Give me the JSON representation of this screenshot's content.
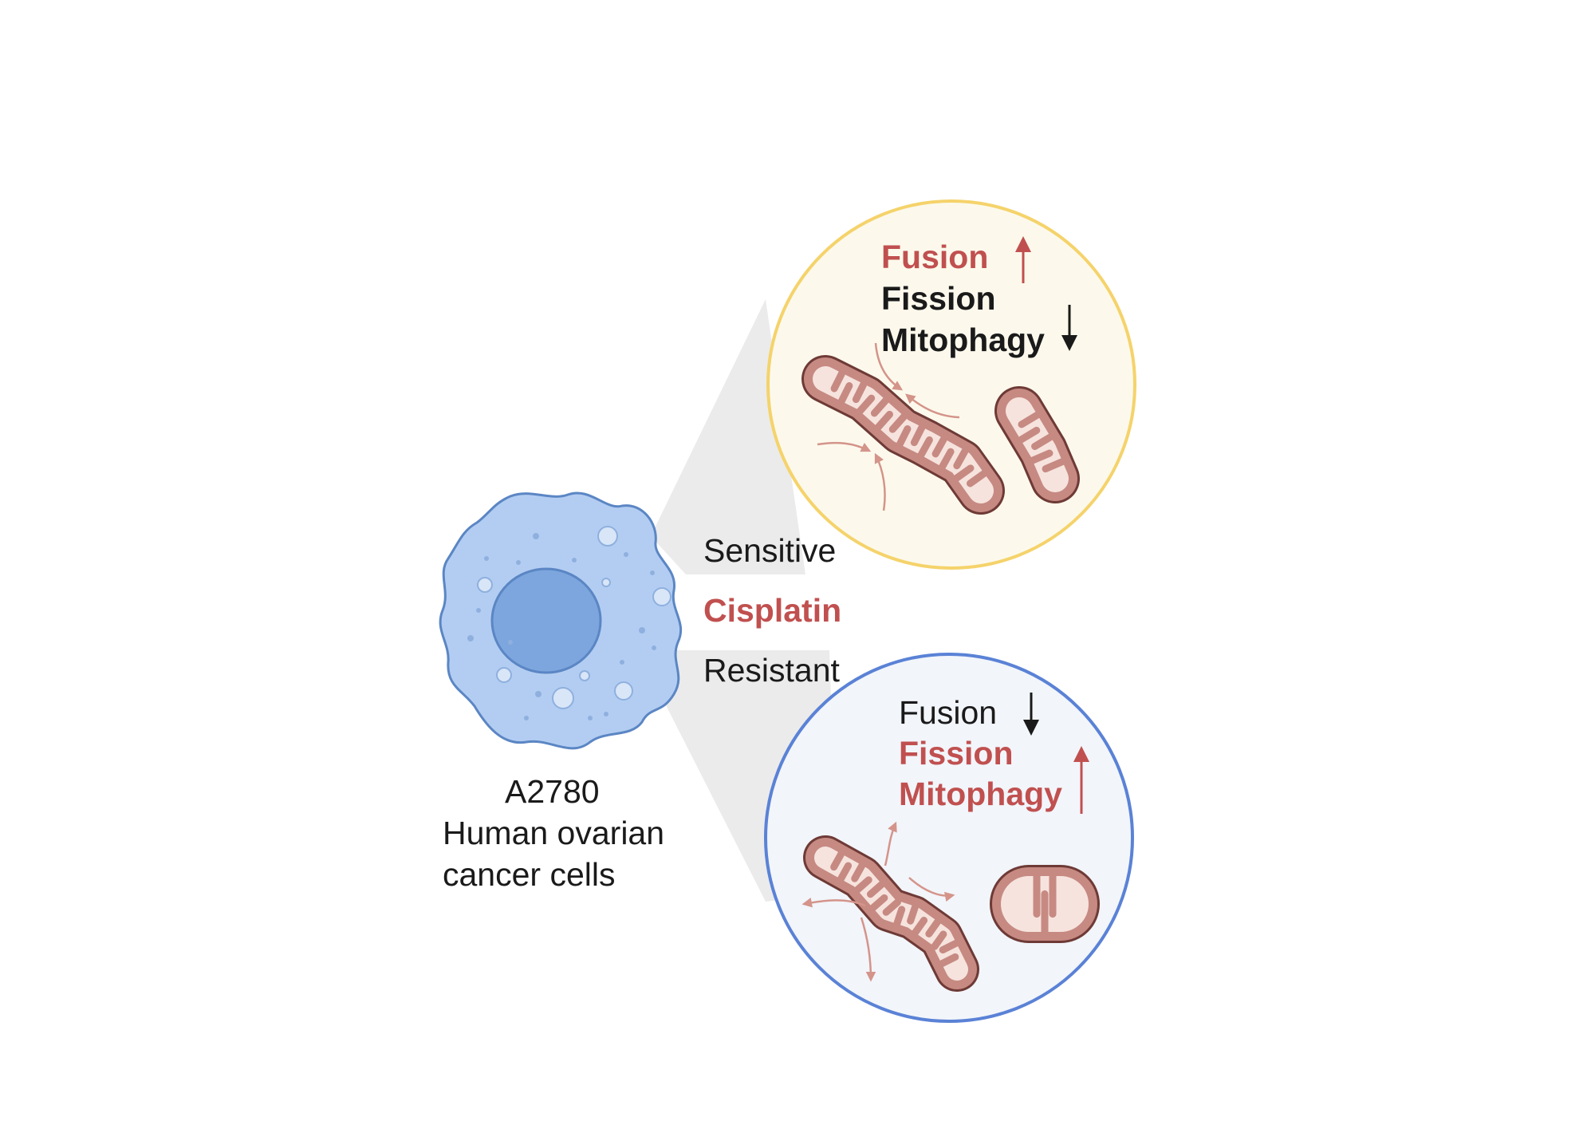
{
  "cell": {
    "line1": "A2780",
    "line2": "Human ovarian",
    "line3": "cancer cells"
  },
  "center": {
    "sensitive": "Sensitive",
    "drug": "Cisplatin",
    "resistant": "Resistant"
  },
  "top_panel": {
    "fusion": "Fusion",
    "fission": "Fission",
    "mitophagy": "Mitophagy",
    "fusion_trend": "up",
    "fission_mitophagy_trend": "down"
  },
  "bottom_panel": {
    "fusion": "Fusion",
    "fission": "Fission",
    "mitophagy": "Mitophagy",
    "fusion_trend": "down",
    "fission_mitophagy_trend": "up"
  },
  "colors": {
    "sensitive_border": "#f5d36b",
    "sensitive_fill": "#fcf9ec",
    "resistant_border": "#5a82d6",
    "resistant_fill": "#f2f5fa",
    "cell_fill": "#b3cdf2",
    "cell_border": "#5b86c4",
    "nucleus_fill": "#7da6de",
    "mito_fill": "#c68a82",
    "mito_inner": "#f6e3dd",
    "mito_border": "#6e3a36",
    "accent_red": "#c0504f",
    "text_dark": "#1a1a1a"
  }
}
